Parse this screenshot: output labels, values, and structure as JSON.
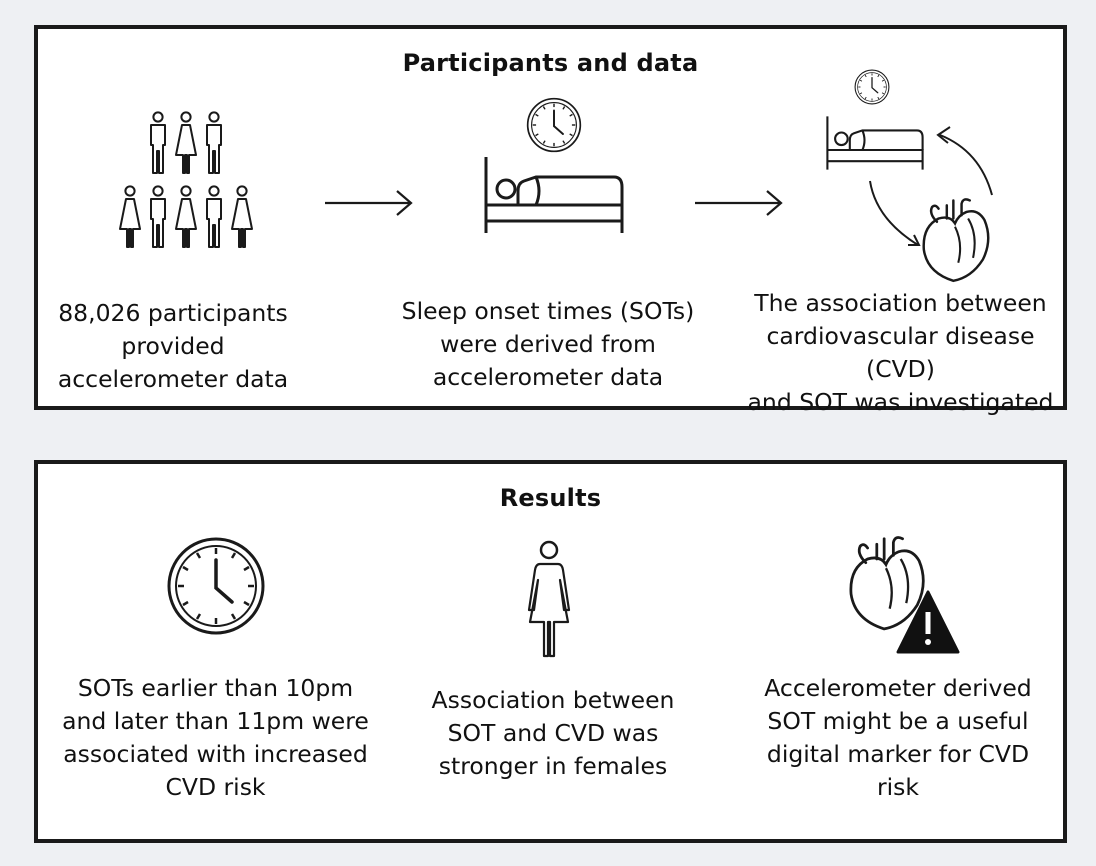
{
  "participants_panel": {
    "title": "Participants and data",
    "steps": [
      {
        "icon": "people-group-icon",
        "caption": "88,026 participants\nprovided\naccelerometer data"
      },
      {
        "icon": "bed-with-clock-icon",
        "caption": "Sleep onset times (SOTs)\nwere derived from\naccelerometer data"
      },
      {
        "icon": "bed-heart-cycle-icon",
        "caption": "The association between\ncardiovascular disease (CVD)\nand SOT was investigated"
      }
    ],
    "connectors": [
      "arrow-right-icon",
      "arrow-right-icon"
    ]
  },
  "results_panel": {
    "title": "Results",
    "items": [
      {
        "icon": "clock-icon",
        "caption": "SOTs earlier than 10pm\nand later than 11pm were\nassociated with increased\nCVD risk"
      },
      {
        "icon": "female-person-icon",
        "caption": "Association between\nSOT and CVD was\nstronger in females"
      },
      {
        "icon": "heart-warning-icon",
        "caption": "Accelerometer derived\nSOT might be a useful\ndigital marker for CVD\nrisk"
      }
    ]
  },
  "colors": {
    "stroke": "#1a1a1a",
    "panel_bg": "#ffffff",
    "page_bg": "#eef0f3"
  }
}
